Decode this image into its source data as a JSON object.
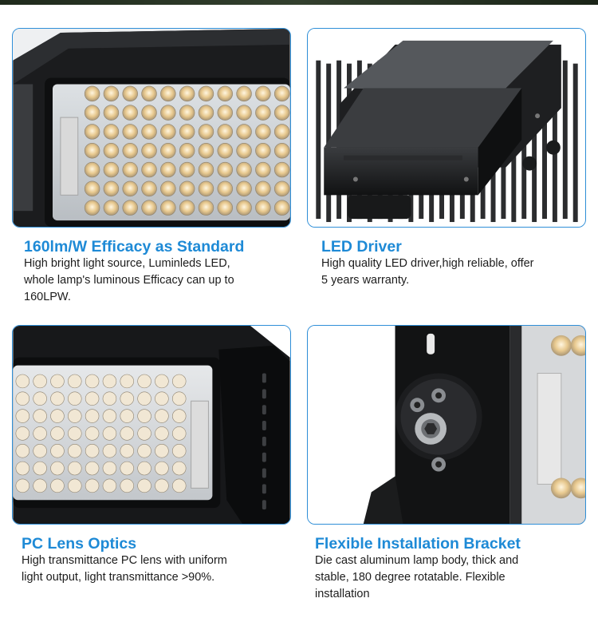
{
  "accent_color": "#1e8ad6",
  "features": [
    {
      "title": "160lm/W Efficacy as Standard",
      "lines": [
        "High bright light source, Luminleds LED,",
        "whole lamp's luminous Efficacy can up to",
        "160LPW."
      ]
    },
    {
      "title": "LED Driver",
      "lines": [
        "High quality LED driver,high reliable, offer",
        "5 years warranty."
      ]
    },
    {
      "title": "PC Lens Optics",
      "lines": [
        "High transmittance PC lens with uniform",
        "light output, light transmittance >90%."
      ]
    },
    {
      "title": "Flexible Installation Bracket",
      "lines": [
        "Die cast aluminum lamp body, thick and",
        "stable, 180 degree rotatable. Flexible",
        "installation"
      ]
    }
  ]
}
